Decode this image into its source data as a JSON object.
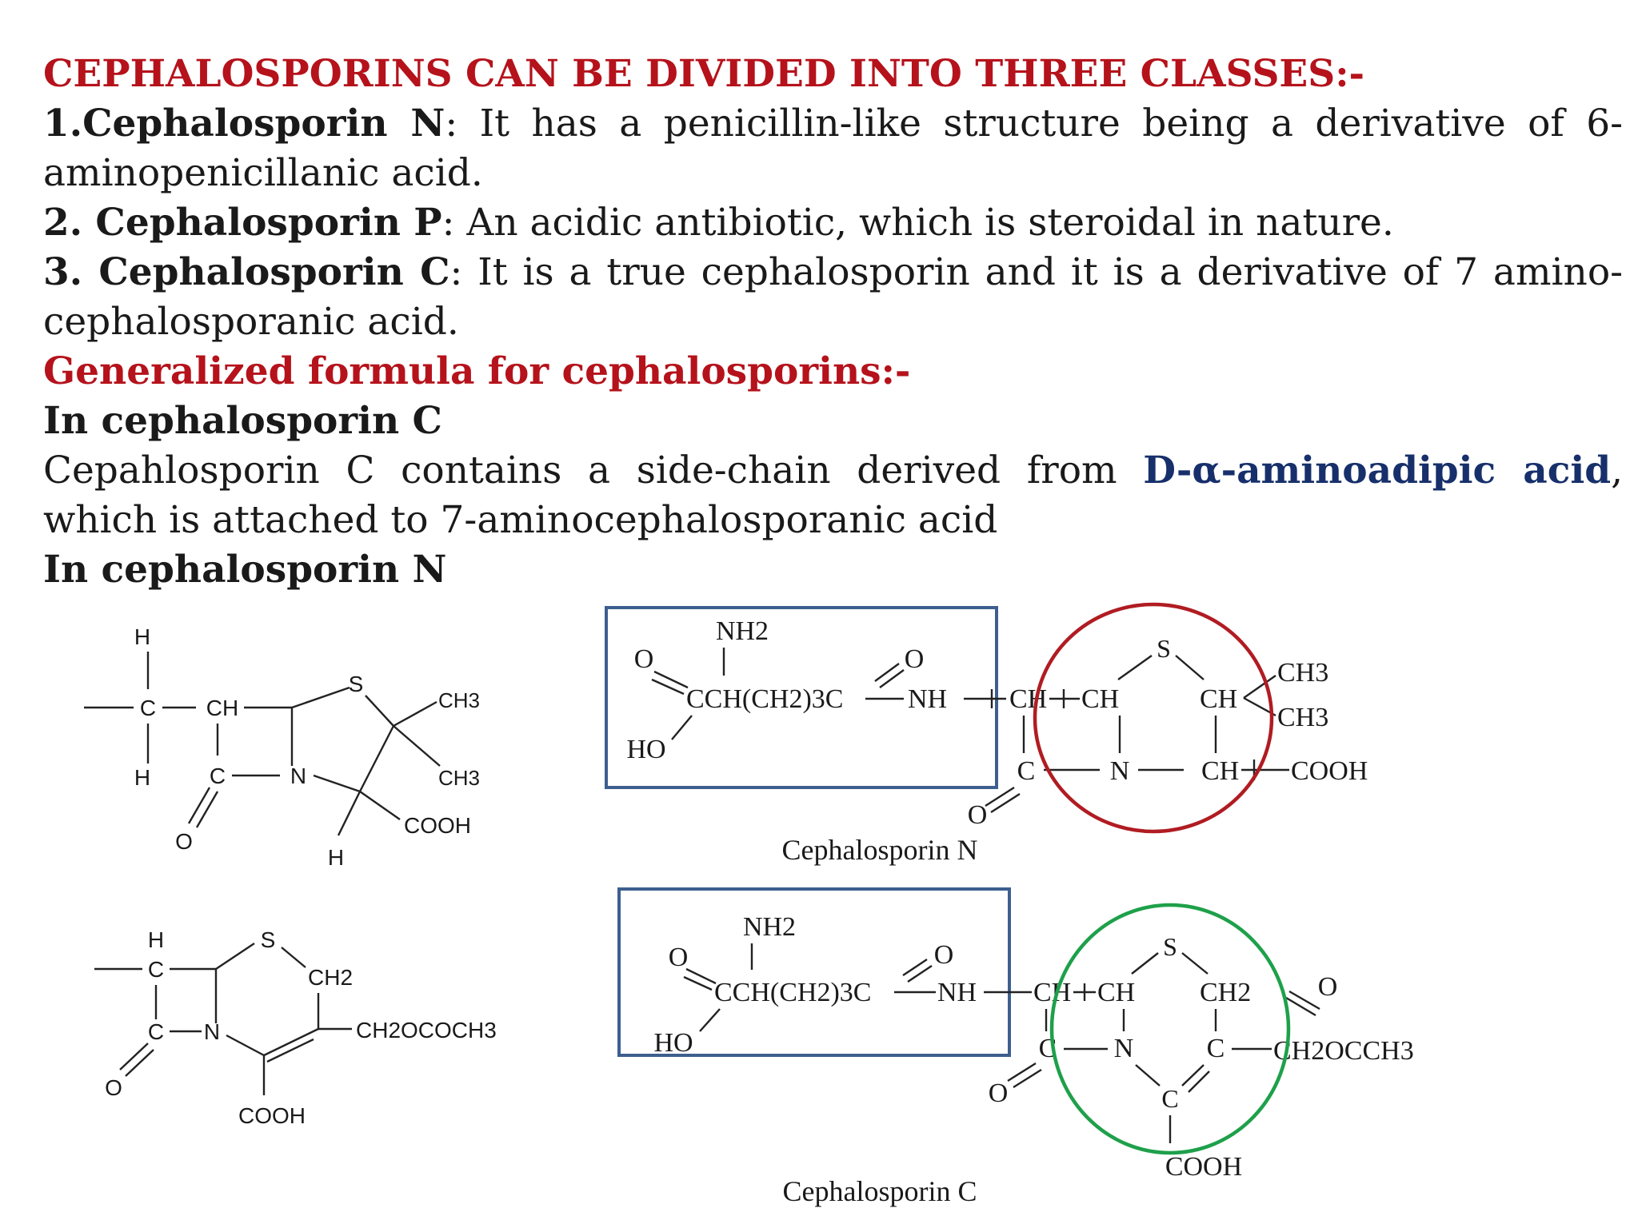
{
  "heading": "CEPHALOSPORINS CAN BE DIVIDED INTO THREE CLASSES:-",
  "classes": [
    {
      "label": "1.Cephalosporin N",
      "text": ": It has a penicillin-like structure being a derivative of 6-aminopenicillanic acid."
    },
    {
      "label": "2. Cephalosporin P",
      "text": ": An acidic antibiotic, which is steroidal in nature."
    },
    {
      "label": "3. Cephalosporin C",
      "text": ": It is a true cephalosporin and it is a derivative of 7 amino-cephalosporanic acid."
    }
  ],
  "formula_heading": "Generalized formula for cephalosporins:-",
  "sub_c": {
    "heading": "In cephalosporin C",
    "text_before": "Cepahlosporin C contains a side-chain derived from ",
    "highlight": "D-α-aminoadipic acid",
    "text_after": ", which is attached to 7-aminocephalosporanic acid"
  },
  "sub_n": {
    "heading": "In cephalosporin N"
  },
  "structures": {
    "penam": {
      "H_top": "H",
      "C": "C",
      "CH": "CH",
      "H_left": "H",
      "S": "S",
      "N": "N",
      "CH3_a": "CH3",
      "CH3_b": "CH3",
      "C_co": "C",
      "O": "O",
      "COOH": "COOH",
      "H_bottom": "H"
    },
    "cephem": {
      "H": "H",
      "C": "C",
      "S": "S",
      "CH2": "CH2",
      "C2": "C",
      "N": "N",
      "CH2OCOCH3": "CH2OCOCH3",
      "O": "O",
      "COOH": "COOH"
    },
    "ceph_n": {
      "caption": "Cephalosporin N",
      "NH2": "NH2",
      "O_left": "O",
      "O_right": "O",
      "side_chain": "CCH(CH2)3C",
      "NH": "NH",
      "HO": "HO",
      "CH1": "CH",
      "CH2": "CH",
      "S": "S",
      "CH3": "CH",
      "CH3_a": "CH3",
      "CH3_b": "CH3",
      "C": "C",
      "N": "N",
      "CH4": "CH",
      "COOH": "COOH",
      "O_bottom": "O"
    },
    "ceph_c": {
      "caption": "Cephalosporin C",
      "NH2": "NH2",
      "O_left": "O",
      "O_right": "O",
      "side_chain": "CCH(CH2)3C",
      "NH": "NH",
      "HO": "HO",
      "CH1": "CH",
      "CH2": "CH",
      "S": "S",
      "CH2_ring": "CH2",
      "O_ester": "O",
      "C": "C",
      "N": "N",
      "C_ring": "C",
      "CH2OCCH3": "CH2OCCH3",
      "C_bottom": "C",
      "COOH": "COOH",
      "O_bottom": "O"
    }
  },
  "colors": {
    "red_text": "#b5121b",
    "navy_text": "#17306b",
    "box": "#3d5f8f",
    "red_circle": "#b01c22",
    "green_circle": "#1ea04a"
  }
}
